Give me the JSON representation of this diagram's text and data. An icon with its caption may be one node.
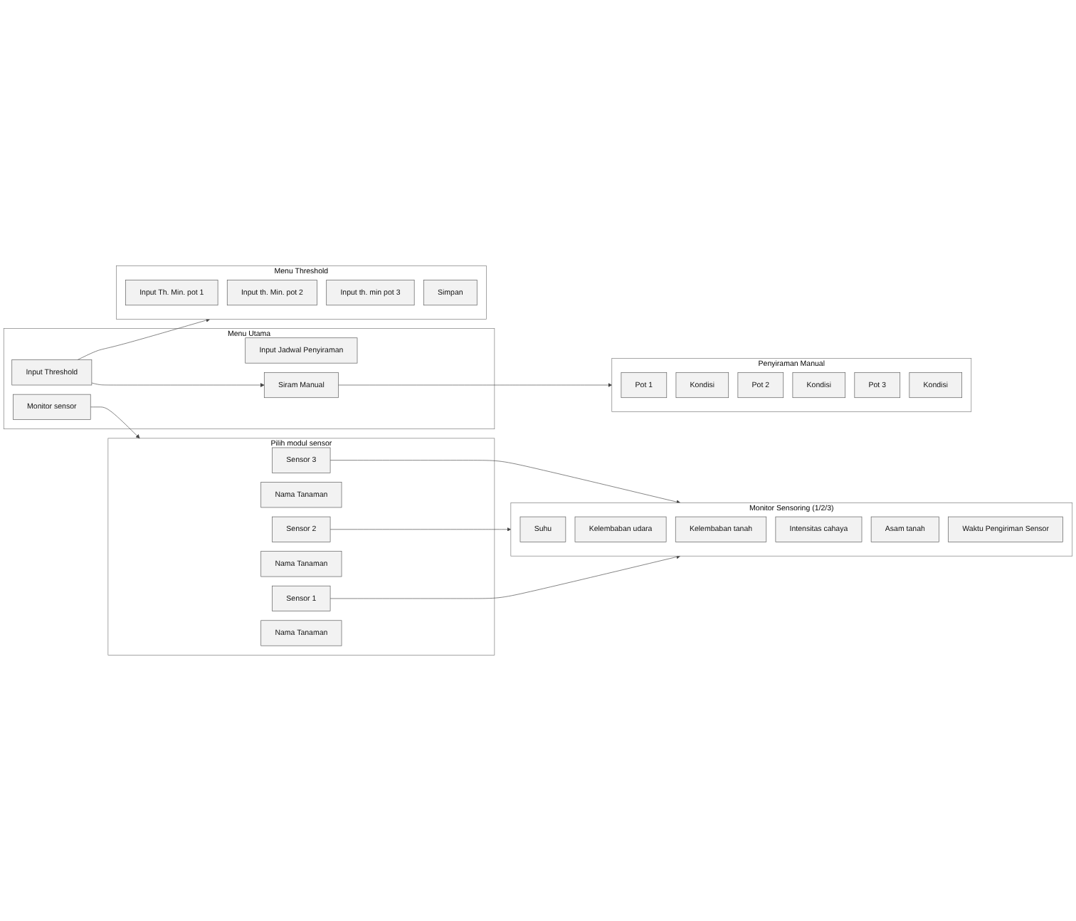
{
  "diagram": {
    "nodes": [
      {
        "text": [
          "Pilih modul sensor"
        ]
      },
      {
        "text": [
          "Sensor 1"
        ],
        "in": 0
      },
      {
        "text": [
          "Nama Tanaman"
        ],
        "in": 0
      },
      {
        "text": [
          "Sensor 2"
        ],
        "in": 0
      },
      {
        "text": [
          "Nama Tanaman"
        ],
        "in": 0
      },
      {
        "text": [
          "Sensor 3"
        ],
        "in": 0
      },
      {
        "text": [
          "Nama Tanaman"
        ],
        "in": 0
      },
      {
        "text": [
          "Menu Utama"
        ]
      },
      {
        "text": [
          "Monitor sensor"
        ],
        "in": 7
      },
      {
        "text": [
          "Input Jadwal Penyiraman"
        ],
        "in": 7
      },
      {
        "text": [
          "Input Threshold"
        ],
        "in": 7
      },
      {
        "text": [
          "Siram Manual"
        ],
        "in": 7
      },
      {
        "text": [
          "Monitor Sensoring (1/2/3)"
        ]
      },
      {
        "text": [
          "Suhu"
        ],
        "in": 12
      },
      {
        "text": [
          "Kelembaban udara"
        ],
        "in": 12
      },
      {
        "text": [
          "Kelembaban tanah"
        ],
        "in": 12
      },
      {
        "text": [
          "Intensitas cahaya"
        ],
        "in": 12
      },
      {
        "text": [
          "Asam tanah"
        ],
        "in": 12
      },
      {
        "text": [
          "Waktu Pengiriman Sensor"
        ],
        "in": 12
      },
      {
        "text": [
          "Menu Threshold"
        ]
      },
      {
        "text": [
          "Input Th. Min. pot 1"
        ],
        "in": 19
      },
      {
        "text": [
          "Input th. Min. pot 2"
        ],
        "in": 19
      },
      {
        "text": [
          "Input th. min pot 3"
        ],
        "in": 19
      },
      {
        "text": [
          "Simpan"
        ],
        "in": 19
      },
      {
        "text": [
          "Penyiraman Manual"
        ]
      },
      {
        "text": [
          "Pot 1"
        ],
        "in": 24
      },
      {
        "text": [
          "Kondisi"
        ],
        "in": 24
      },
      {
        "text": [
          "Pot 2"
        ],
        "in": 24
      },
      {
        "text": [
          "Kondisi"
        ],
        "in": 24
      },
      {
        "text": [
          "Pot 3"
        ],
        "in": 24
      },
      {
        "text": [
          "Kondisi"
        ],
        "in": 24
      }
    ],
    "edges": [
      {
        "from": 8,
        "to": 0,
        "arrow": "to"
      },
      {
        "from": 1,
        "to": 12,
        "arrow": "to"
      },
      {
        "from": 3,
        "to": 12,
        "arrow": "to"
      },
      {
        "from": 5,
        "to": 12,
        "arrow": "to"
      },
      {
        "from": 10,
        "to": 11,
        "arrow": "to"
      },
      {
        "from": 10,
        "to": 19,
        "arrow": "to"
      },
      {
        "from": 11,
        "to": 24,
        "arrow": "to"
      }
    ]
  }
}
